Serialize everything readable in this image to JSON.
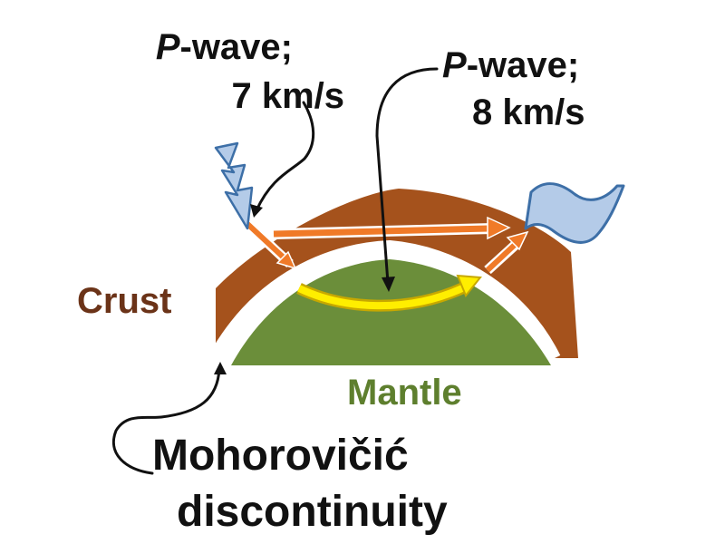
{
  "labels": {
    "pwave_crust": {
      "prefix": "P",
      "suffix": "-wave;",
      "speed": "7 km/s"
    },
    "pwave_mantle": {
      "prefix": "P",
      "suffix": "-wave;",
      "speed": "8 km/s"
    },
    "crust": "Crust",
    "mantle": "Mantle",
    "moho_line1": "Mohorovičić",
    "moho_line2": "discontinuity"
  },
  "colors": {
    "crust": "#a5521c",
    "crust_label": "#6b3318",
    "mantle": "#6b8e3a",
    "mantle_label": "#5e7f2e",
    "wave_arrow": "#f07a28",
    "mantle_arrow": "#ffee00",
    "icon_fill": "#b4cbe8",
    "icon_stroke": "#3d6fa7",
    "text": "#111111"
  },
  "icons": {
    "source": "lightning-bolt-icon",
    "receiver": "seismograph-flag-icon"
  }
}
